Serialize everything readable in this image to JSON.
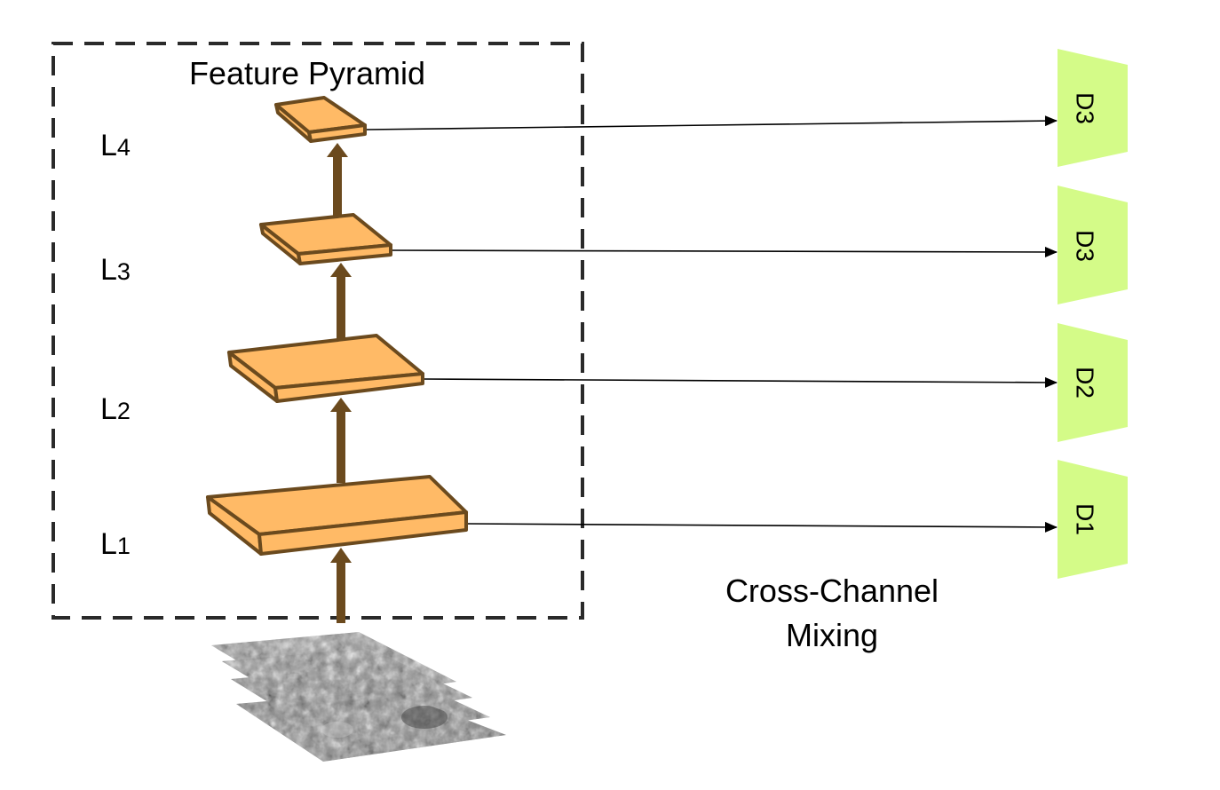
{
  "title": "Feature Pyramid",
  "levels": [
    {
      "label": "L",
      "sub": "4"
    },
    {
      "label": "L",
      "sub": "3"
    },
    {
      "label": "L",
      "sub": "2"
    },
    {
      "label": "L",
      "sub": "1"
    }
  ],
  "decoders": [
    "D3",
    "D3",
    "D2",
    "D1"
  ],
  "mixing_label": [
    "Cross-Channel",
    "Mixing"
  ],
  "colors": {
    "layer_fill": "#ffba66",
    "layer_edge": "#6b4a1e",
    "arrow_brown": "#6b4a1e",
    "decoder_fill": "#d4fb88",
    "dashed_box": "#2a2a2a"
  }
}
